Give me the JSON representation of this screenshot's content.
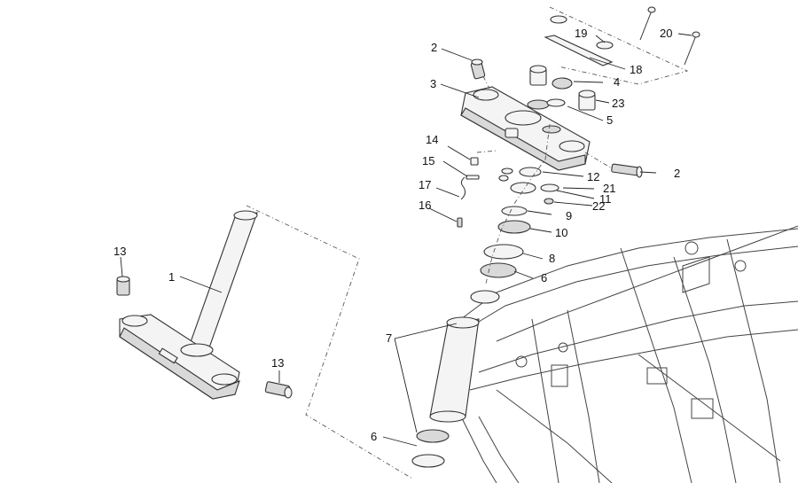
{
  "callouts": {
    "c1": "1",
    "c2a": "2",
    "c2b": "2",
    "c3": "3",
    "c4": "4",
    "c5": "5",
    "c6a": "6",
    "c6b": "6",
    "c7": "7",
    "c8": "8",
    "c9": "9",
    "c10": "10",
    "c11": "11",
    "c12": "12",
    "c13a": "13",
    "c13b": "13",
    "c14": "14",
    "c15": "15",
    "c16": "16",
    "c17": "17",
    "c18": "18",
    "c19": "19",
    "c20": "20",
    "c21": "21",
    "c22": "22",
    "c23": "23"
  }
}
